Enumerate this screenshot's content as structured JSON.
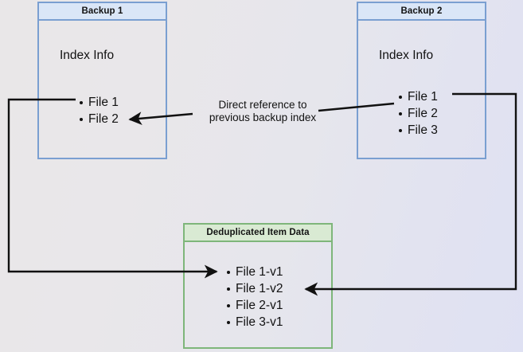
{
  "diagram": {
    "title": "Backup deduplication index reference diagram",
    "background_colors": {
      "left": "#e9e7e8",
      "right": "#dfe1f3"
    },
    "accent_blue": "#7a9fd1",
    "accent_blue_fill": "#dae6f7",
    "accent_green": "#7eb67a",
    "accent_green_fill": "#d9ead3",
    "line_color": "#111111"
  },
  "backup1": {
    "header": "Backup 1",
    "section_label": "Index Info",
    "files": [
      "File 1",
      "File 2"
    ]
  },
  "backup2": {
    "header": "Backup 2",
    "section_label": "Index Info",
    "files": [
      "File 1",
      "File 2",
      "File 3"
    ]
  },
  "dedup": {
    "header": "Deduplicated Item Data",
    "items": [
      "File 1-v1",
      "File 1-v2",
      "File 2-v1",
      "File 3-v1"
    ]
  },
  "annotation": {
    "line1": "Direct reference to",
    "line2": "previous backup index"
  }
}
